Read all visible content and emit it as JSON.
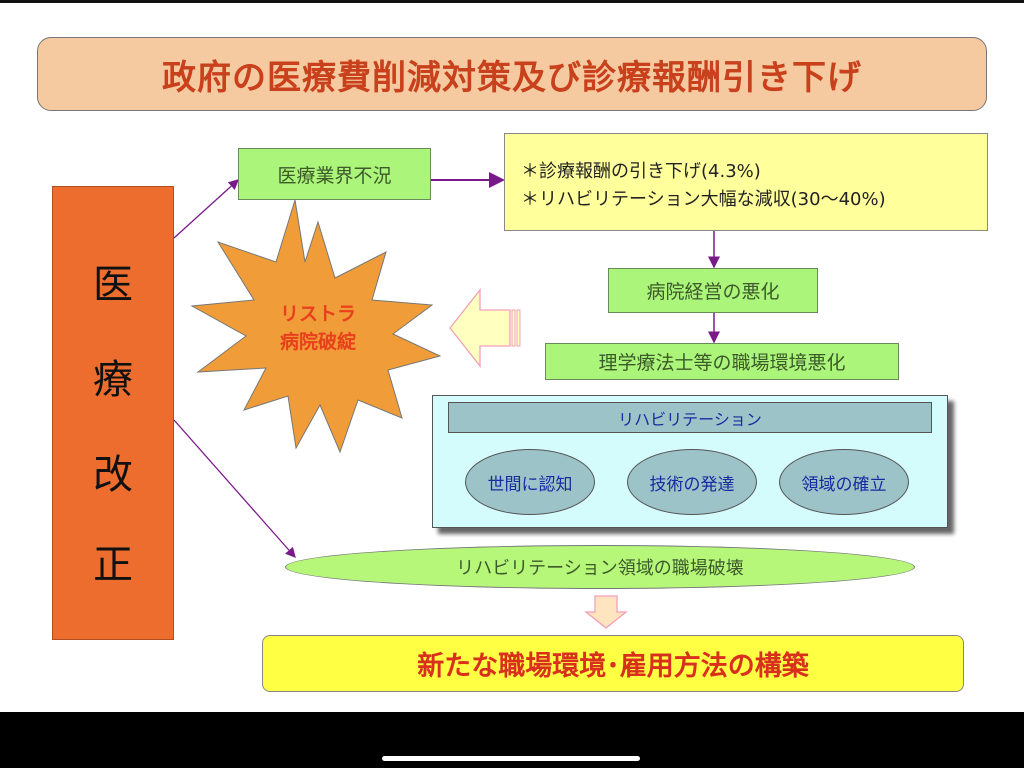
{
  "title": "政府の医療費削減対策及び診療報酬引き下げ",
  "left_column": [
    "医",
    "療",
    "改",
    "正"
  ],
  "boxes": {
    "industry_slump": "医療業界不況",
    "reasons": [
      "＊診療報酬の引き下げ(4.3%)",
      "＊リハビリテーション大幅な減収(30〜40%)"
    ],
    "hospital_management": "病院経営の悪化",
    "pt_workplace": "理学療法士等の職場環境悪化"
  },
  "burst": [
    "リストラ",
    "病院破綻"
  ],
  "rehab_panel": {
    "header": "リハビリテーション",
    "items": [
      "世間に認知",
      "技術の発達",
      "領域の確立"
    ]
  },
  "destruction": "リハビリテーション領域の職場破壊",
  "conclusion": "新たな職場環境･雇用方法の構築",
  "colors": {
    "arrow": "#7a1a8a",
    "title_text": "#c8401c",
    "orange": "#ec6d2e"
  }
}
